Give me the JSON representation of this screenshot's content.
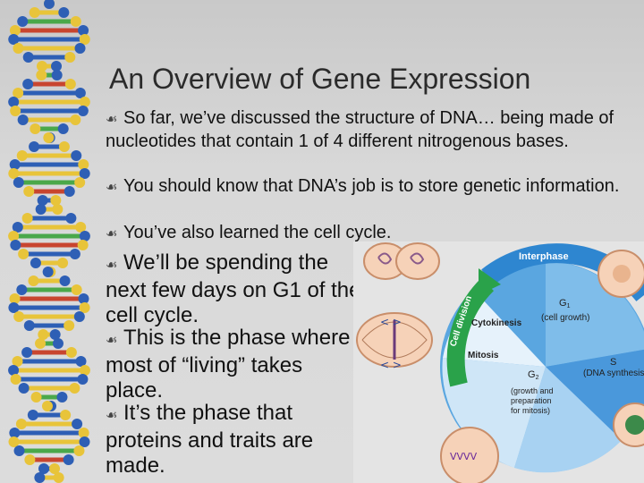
{
  "slide": {
    "title": "An Overview of Gene Expression",
    "bullets": [
      {
        "text": "So far, we’ve discussed the structure of DNA… being made of nucleotides that contain 1 of 4 different nitrogenous bases."
      },
      {
        "text": "You should know that DNA’s job is to store genetic information."
      },
      {
        "text": "You’ve also learned the cell cycle."
      },
      {
        "text": "We’ll be spending the next few days on G1 of the cell cycle."
      },
      {
        "text": "This is the phase where most of “living” takes place."
      },
      {
        "text": "It’s the phase that proteins and traits are made."
      }
    ]
  },
  "figure": {
    "labels": {
      "interphase": "Interphase",
      "cell_division": "Cell division",
      "cytokinesis": "Cytokinesis",
      "mitosis": "Mitosis",
      "g1": "G",
      "g1_sub": "1",
      "g1_desc": "(cell growth)",
      "s": "S",
      "s_desc": "(DNA synthesis)",
      "g2": "G",
      "g2_sub": "2",
      "g2_desc_1": "(growth and",
      "g2_desc_2": "preparation",
      "g2_desc_3": "for mitosis)"
    }
  },
  "colors": {
    "ring_light": "#8cc4ec",
    "ring_mid": "#4a9ede",
    "ring_dark": "#2e86d0",
    "arrow_green": "#2aa24a",
    "dna_blue": "#2e5fb5",
    "dna_yellow": "#e8c43a",
    "dna_green": "#4aa84a",
    "dna_red": "#c8452f"
  }
}
